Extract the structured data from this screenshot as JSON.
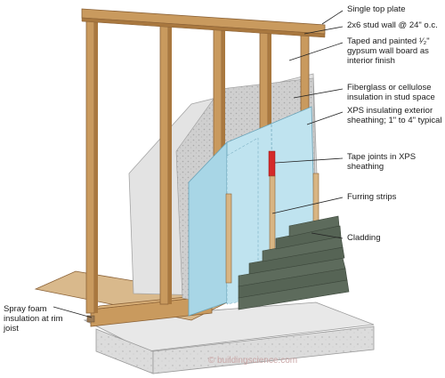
{
  "labels": {
    "top_plate": "Single top plate",
    "stud_wall": "2x6 stud wall @ 24\" o.c.",
    "gypsum": "Taped and painted ¹⁄₂\"\ngypsum wall board as\ninterior finish",
    "insulation": "Fiberglass or cellulose\ninsulation in stud space",
    "xps": "XPS insulating exterior\nsheathing; 1\" to 4\" typical",
    "tape_joints": "Tape joints in XPS\nsheathing",
    "furring": "Furring strips",
    "cladding": "Cladding",
    "spray_foam": "Spray foam\ninsulation at rim\njoist"
  },
  "credit": "© buildingscience.com",
  "colors": {
    "wood": "#c99a5e",
    "wood_dark": "#8a6136",
    "gypsum": "#e3e3e3",
    "insulation": "#cfcfcf",
    "xps": "#bfe3ef",
    "cladding": "#5d6b5c",
    "tape": "#d42a2a",
    "concrete": "#dcdcdc",
    "subfloor": "#d9b98c"
  }
}
